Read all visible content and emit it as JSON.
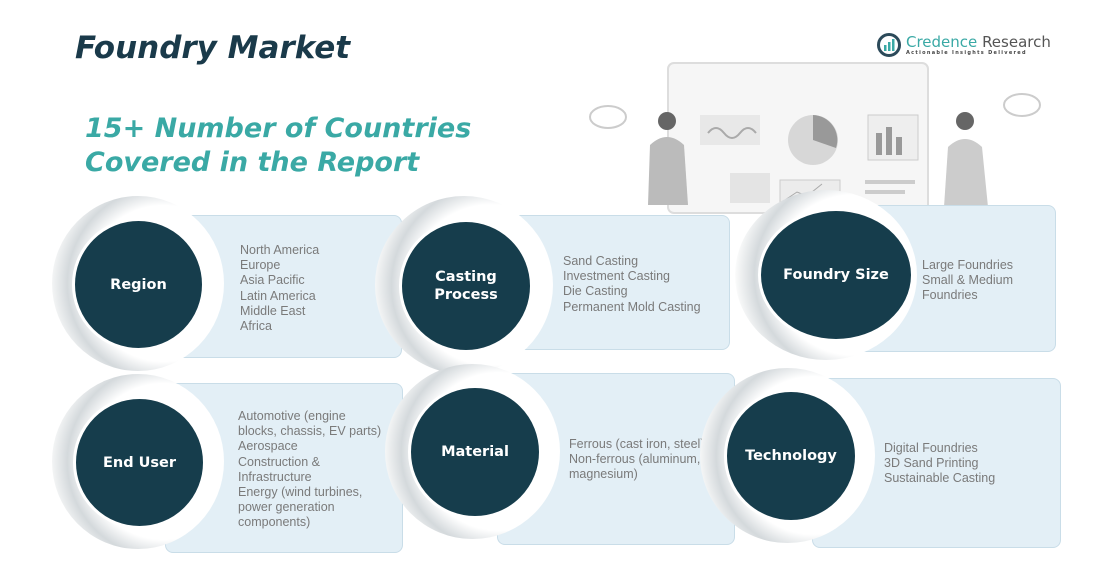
{
  "header": {
    "title": "Foundry Market",
    "subtitle_line1": "15+ Number of Countries",
    "subtitle_line2": "Covered in the Report"
  },
  "logo": {
    "name_part1": "Credence",
    "name_part2": "Research",
    "tagline": "Actionable Insights Delivered"
  },
  "segments": [
    {
      "label_line1": "Region",
      "label_line2": "",
      "items": [
        "North America",
        "Europe",
        "Asia Pacific",
        "Latin America",
        "Middle East",
        "Africa"
      ]
    },
    {
      "label_line1": "Casting",
      "label_line2": "Process",
      "items": [
        "Sand Casting",
        "Investment Casting",
        "Die Casting",
        "Permanent Mold Casting"
      ]
    },
    {
      "label_line1": "Foundry Size",
      "label_line2": "",
      "items": [
        "Large Foundries",
        "Small & Medium",
        "Foundries"
      ]
    },
    {
      "label_line1": "End User",
      "label_line2": "",
      "items": [
        "Automotive (engine",
        "blocks, chassis, EV parts)",
        "Aerospace",
        "Construction &",
        "Infrastructure",
        "Energy (wind turbines,",
        "power generation",
        "components)"
      ]
    },
    {
      "label_line1": "Material",
      "label_line2": "",
      "items": [
        "Ferrous (cast iron, steel)",
        "Non-ferrous (aluminum,",
        "magnesium)"
      ]
    },
    {
      "label_line1": "Technology",
      "label_line2": "",
      "items": [
        "Digital Foundries",
        "3D Sand Printing",
        "Sustainable Casting"
      ]
    }
  ]
}
